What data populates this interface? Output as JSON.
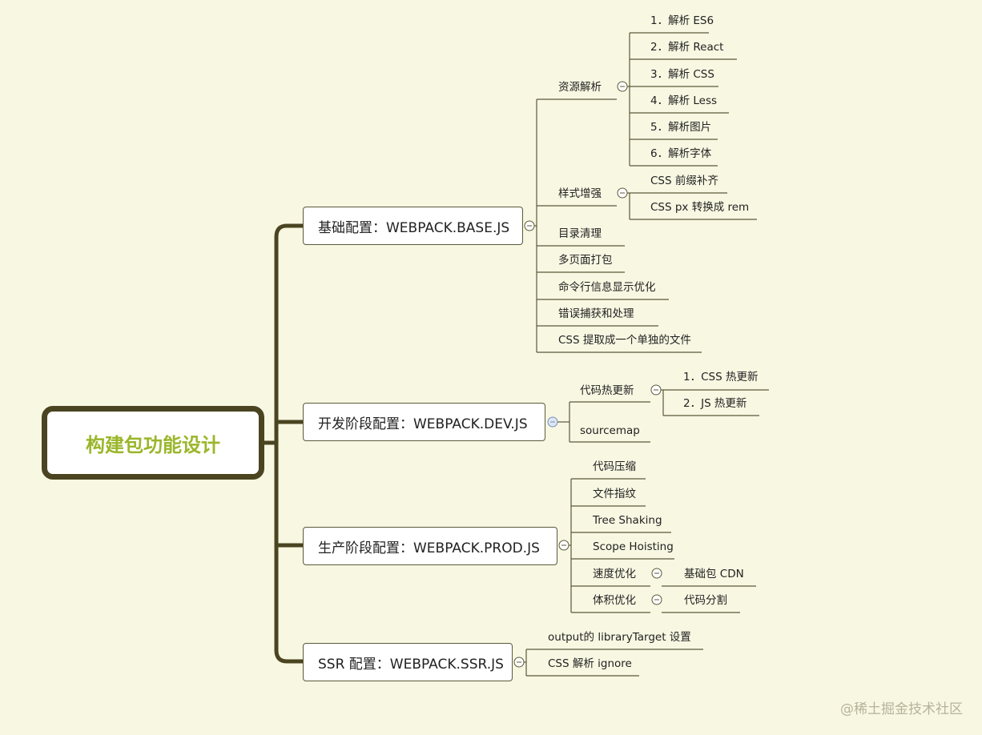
{
  "root": "构建包功能设计",
  "sections": {
    "base": {
      "title": "基础配置：WEBPACK.BASE.JS",
      "resource": {
        "label": "资源解析",
        "items": [
          "1．解析 ES6",
          "2．解析 React",
          "3．解析 CSS",
          "4．解析 Less",
          "5．解析图片",
          "6．解析字体"
        ]
      },
      "style": {
        "label": "样式增强",
        "items": [
          "CSS 前缀补齐",
          "CSS px 转换成 rem"
        ]
      },
      "items": [
        "目录清理",
        "多页面打包",
        "命令行信息显示优化",
        "错误捕获和处理",
        "CSS 提取成一个单独的文件"
      ]
    },
    "dev": {
      "title": "开发阶段配置：WEBPACK.DEV.JS",
      "hot": {
        "label": "代码热更新",
        "items": [
          "1．CSS 热更新",
          "2．JS 热更新"
        ]
      },
      "sourcemap": "sourcemap"
    },
    "prod": {
      "title": "生产阶段配置：WEBPACK.PROD.JS",
      "items": [
        "代码压缩",
        "文件指纹",
        "Tree Shaking",
        "Scope Hoisting"
      ],
      "speed": {
        "label": "速度优化",
        "item": "基础包 CDN"
      },
      "volume": {
        "label": "体积优化",
        "item": "代码分割"
      }
    },
    "ssr": {
      "title": "SSR 配置：WEBPACK.SSR.JS",
      "items": [
        "output的 libraryTarget 设置",
        "CSS 解析 ignore"
      ]
    }
  },
  "watermark": "@稀土掘金技术社区"
}
